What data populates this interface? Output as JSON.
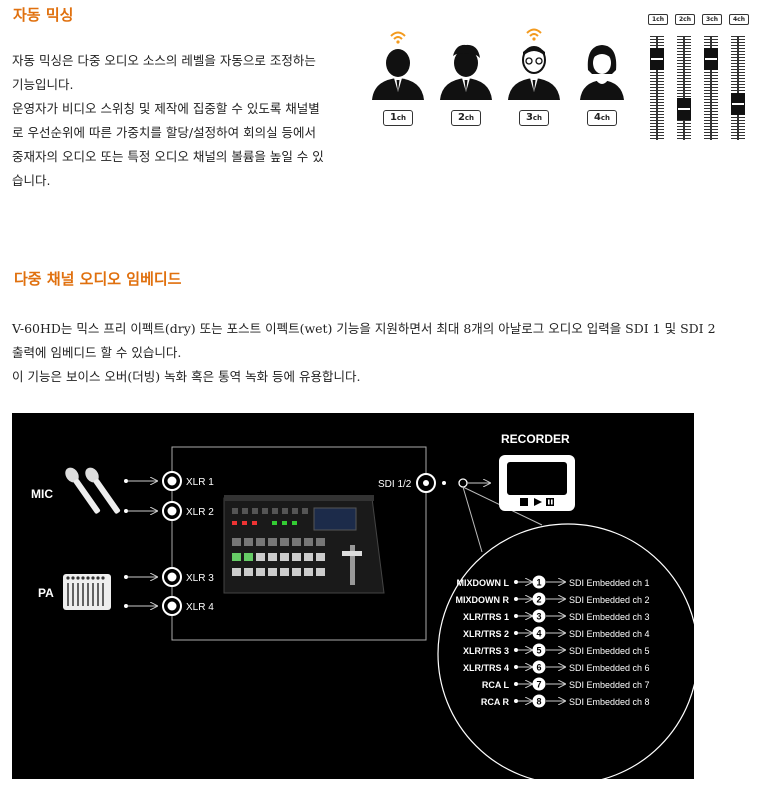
{
  "section1": {
    "title": "자동 믹싱",
    "lines": [
      "자동 믹싱은 다중 오디오 소스의 레벨을 자동으로 조정하는",
      "기능입니다.",
      "운영자가 비디오 스위칭 및 제작에 집중할 수 있도록 채널별",
      "로 우선순위에 따른 가중치를 할당/설정하여 회의실 등에서",
      "중재자의 오디오 또는 특정 오디오 채널의 볼륨을 높일 수 있",
      "습니다."
    ],
    "persons": [
      {
        "ch": "1",
        "unit": "ch"
      },
      {
        "ch": "2",
        "unit": "ch"
      },
      {
        "ch": "3",
        "unit": "ch"
      },
      {
        "ch": "4",
        "unit": "ch"
      }
    ],
    "fader_labels": [
      "1ch",
      "2ch",
      "3ch",
      "4ch"
    ],
    "fader_levels": [
      0.15,
      0.75,
      0.15,
      0.7
    ]
  },
  "section2": {
    "title": "다중 채널 오디오 임베디드",
    "lines": [
      "V-60HD는 믹스 프리 이펙트(dry) 또는 포스트 이펙트(wet) 기능을 지원하면서 최대 8개의 아날로그 오디오 입력을 SDI 1 및 SDI 2",
      "출력에 임베디드 할 수 있습니다.",
      "이 기능은 보이스 오버(더빙) 녹화 혹은 통역 녹화 등에 유용합니다."
    ]
  },
  "diagram": {
    "mic_label": "MIC",
    "pa_label": "PA",
    "inputs": [
      "XLR 1",
      "XLR 2",
      "XLR 3",
      "XLR 4"
    ],
    "sdi_label": "SDI 1/2",
    "recorder_label": "RECORDER",
    "routing": [
      {
        "source": "MIXDOWN L",
        "num": "1",
        "dest": "SDI Embedded ch 1"
      },
      {
        "source": "MIXDOWN R",
        "num": "2",
        "dest": "SDI Embedded ch 2"
      },
      {
        "source": "XLR/TRS 1",
        "num": "3",
        "dest": "SDI Embedded ch 3"
      },
      {
        "source": "XLR/TRS 2",
        "num": "4",
        "dest": "SDI Embedded ch 4"
      },
      {
        "source": "XLR/TRS 3",
        "num": "5",
        "dest": "SDI Embedded ch 5"
      },
      {
        "source": "XLR/TRS 4",
        "num": "6",
        "dest": "SDI Embedded ch 6"
      },
      {
        "source": "RCA L",
        "num": "7",
        "dest": "SDI Embedded ch 7"
      },
      {
        "source": "RCA R",
        "num": "8",
        "dest": "SDI Embedded ch 8"
      }
    ]
  }
}
